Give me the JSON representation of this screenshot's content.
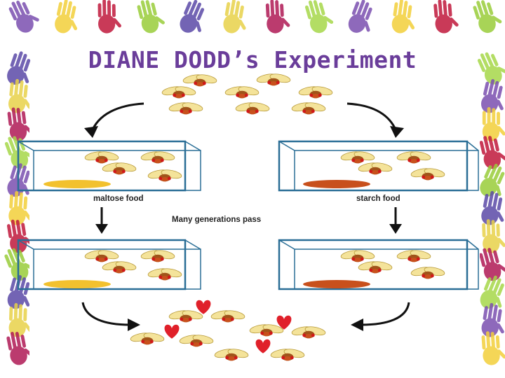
{
  "slide": {
    "title": "DIANE DODD’s Experiment"
  },
  "diagram": {
    "left_container_label": "maltose food",
    "right_container_label": "starch food",
    "middle_caption": "Many generations pass",
    "colors": {
      "title": "#6a3d9a",
      "tank_edge": "#2a6e96",
      "maltose_food": "#f2c12e",
      "starch_food": "#c8501c",
      "heart": "#e0202a",
      "fly_body": "#c8501c",
      "fly_wing": "#f4e39a",
      "arrow": "#111111"
    },
    "icons": [
      "fruit-fly-icon",
      "heart-icon",
      "curved-arrow-icon",
      "down-arrow-icon",
      "handprint-decoration"
    ]
  }
}
